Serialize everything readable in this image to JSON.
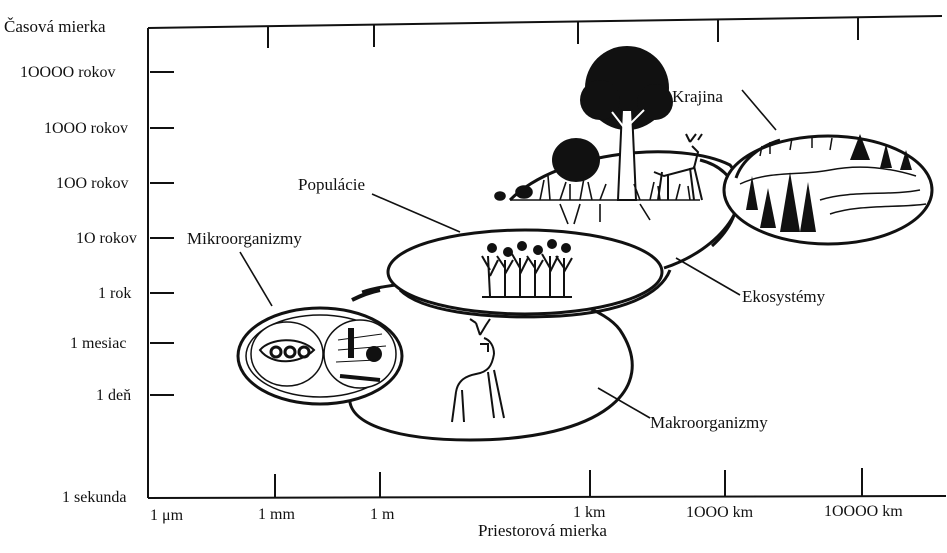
{
  "axes": {
    "y_title": "Časová mierka",
    "x_title": "Priestorová mierka",
    "y_ticks": [
      "1 sekunda",
      "1 deň",
      "1 mesiac",
      "1 rok",
      "1O rokov",
      "1OO rokov",
      "1OOO rokov",
      "1OOOO rokov"
    ],
    "x_ticks": [
      "1 μm",
      "1 mm",
      "1 m",
      "1 km",
      "1OOO km",
      "1OOOO km"
    ]
  },
  "levels": {
    "micro": "Mikroorganizmy",
    "macro": "Makroorganizmy",
    "population": "Populácie",
    "ecosystem": "Ekosystémy",
    "landscape": "Krajina"
  }
}
